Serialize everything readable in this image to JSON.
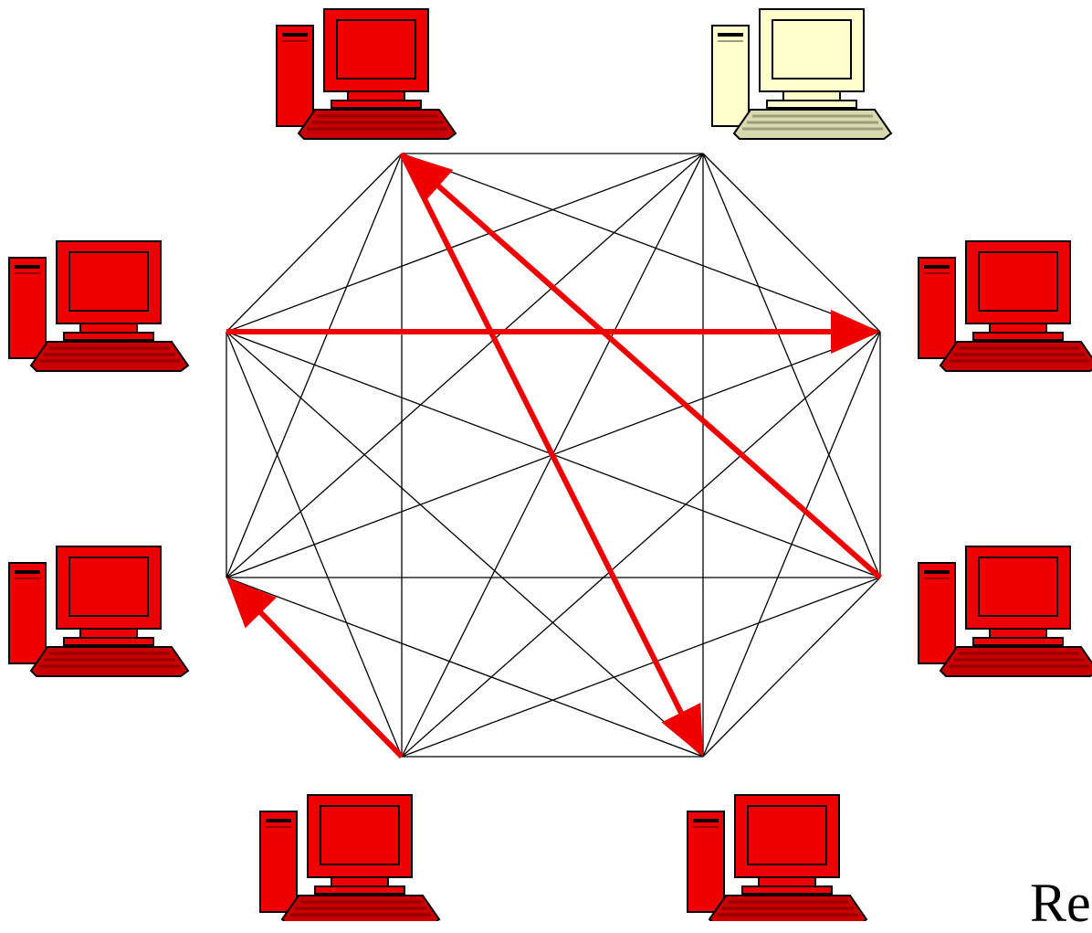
{
  "diagram": {
    "node_count": 8,
    "nodes": [
      {
        "id": "n0",
        "highlighted": false
      },
      {
        "id": "n1",
        "highlighted": true
      },
      {
        "id": "n2",
        "highlighted": true
      },
      {
        "id": "n3",
        "highlighted": true
      },
      {
        "id": "n4",
        "highlighted": true
      },
      {
        "id": "n5",
        "highlighted": true
      },
      {
        "id": "n6",
        "highlighted": true
      },
      {
        "id": "n7",
        "highlighted": true
      }
    ],
    "edges": "complete-graph",
    "arrows": [
      {
        "from": "n7",
        "to": "n4"
      },
      {
        "from": "n1",
        "to": "n6"
      },
      {
        "from": "n5",
        "to": "n1"
      },
      {
        "from": "n2",
        "to": "n3"
      }
    ]
  },
  "corner_text": "Re",
  "colors": {
    "highlighted_pc": "#ee0000",
    "plain_pc": "#ffffcc",
    "edge": "#000000",
    "arrow": "#ee0000"
  }
}
